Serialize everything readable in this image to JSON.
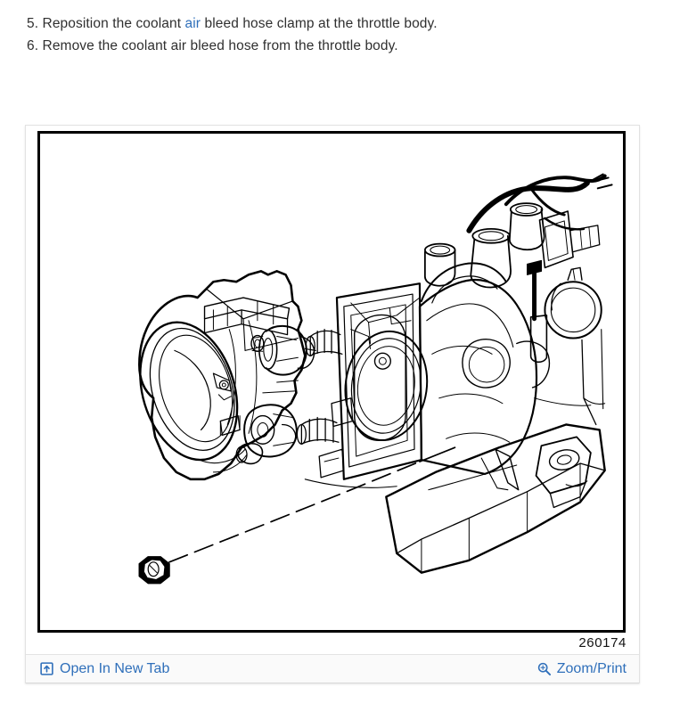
{
  "steps": [
    {
      "number": "5.",
      "pre": " Reposition the coolant ",
      "link": "air",
      "post": " bleed hose clamp at the throttle body."
    },
    {
      "number": "6.",
      "pre": " Remove the coolant air bleed hose from the throttle body.",
      "link": "",
      "post": ""
    }
  ],
  "figure": {
    "number": "260174",
    "alt": "Exploded view of throttle body, gasket nut and intake manifold"
  },
  "toolbar": {
    "open_new_tab_label": "Open In New Tab",
    "open_new_tab_icon": "external-link-icon",
    "zoom_print_label": "Zoom/Print",
    "zoom_print_icon": "magnifier-plus-icon"
  },
  "colors": {
    "link": "#2f6fba",
    "text": "#303030",
    "frame": "#000000",
    "toolbar_bg": "#fafafa"
  }
}
